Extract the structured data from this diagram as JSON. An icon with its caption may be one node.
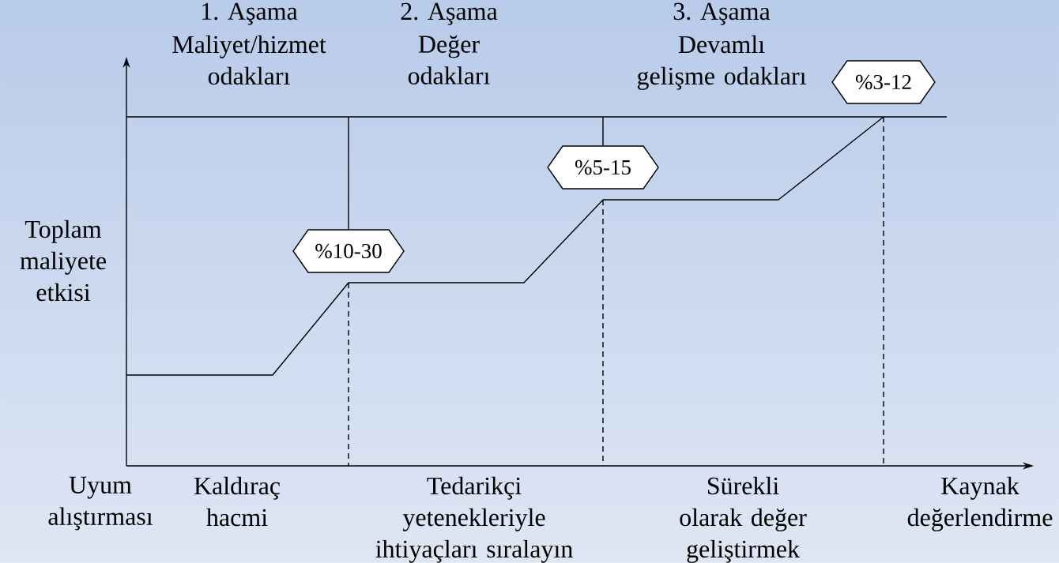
{
  "diagram": {
    "nodes": [
      {
        "text": [
          "%10-30"
        ]
      },
      {
        "text": [
          "%5-15"
        ]
      },
      {
        "text": [
          "%3-12"
        ]
      },
      {
        "text": [],
        "shape": "bar"
      }
    ],
    "edges": [
      {
        "from": 3,
        "to": 0,
        "arrow": "none"
      },
      {
        "from": 3,
        "to": 1,
        "arrow": "none"
      }
    ],
    "labels": [
      "1. Aşama",
      "Maliyet/hizmet odakları",
      "2. Aşama",
      "Değer odakları",
      "3. Aşama",
      "Devamlı gelişme odakları",
      "Toplam maliyete etkisi",
      "Uyum alıştırması",
      "Kaldıraç hacmi",
      "Tedarikçi yetenekleriyle ihtiyaçları sıralayın",
      "Sürekli olarak değer geliştirmek",
      "Kaynak değerlendirme"
    ]
  }
}
